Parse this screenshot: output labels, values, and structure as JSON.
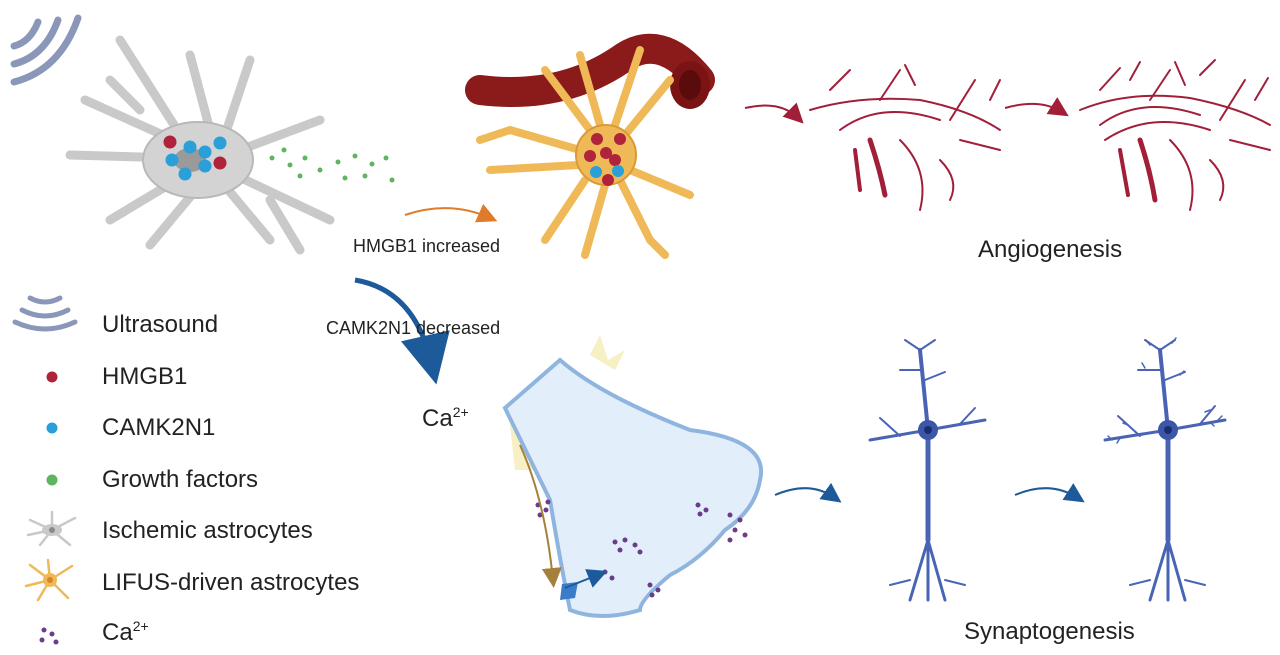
{
  "arrows": {
    "hmgb1": "HMGB1 increased",
    "camk2n1": "CAMK2N1 decreased"
  },
  "sections": {
    "angiogenesis": "Angiogenesis",
    "synaptogenesis": "Synaptogenesis"
  },
  "ion": {
    "base": "Ca",
    "sup": "2+"
  },
  "legend": {
    "ultrasound": "Ultrasound",
    "hmgb1": "HMGB1",
    "camk2n1": "CAMK2N1",
    "growth_factors": "Growth factors",
    "ischemic": "Ischemic astrocytes",
    "lifus": "LIFUS-driven astrocytes",
    "ca_base": "Ca",
    "ca_sup": "2+"
  },
  "colors": {
    "hmgb1": "#b0243b",
    "camk2n1": "#2a9fd8",
    "growth": "#5fb55f",
    "ischemic": "#c9c9c9",
    "lifus": "#f0b957",
    "vessel": "#8b1a1a",
    "neuron": "#4a64b5",
    "ca": "#6b3c8a",
    "ultrasound": "#8a97b8"
  }
}
